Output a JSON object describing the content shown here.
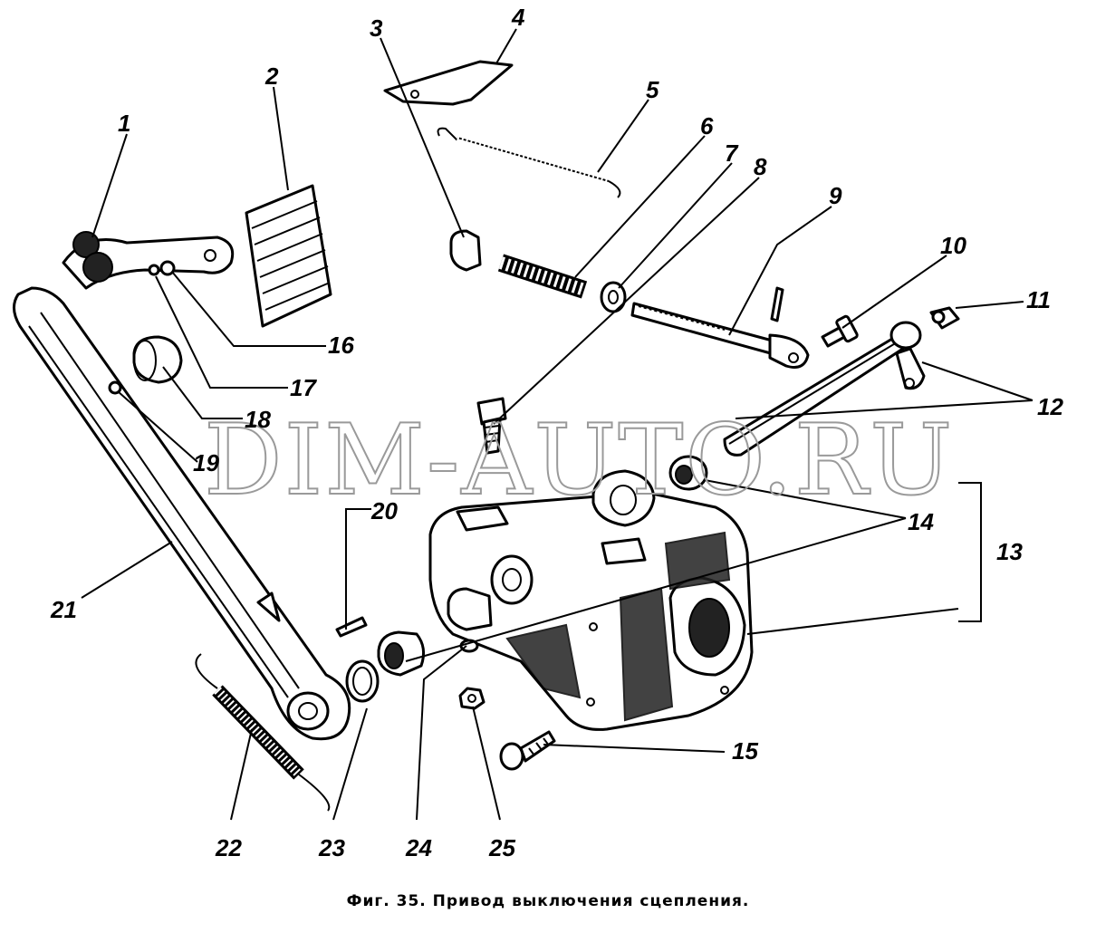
{
  "figure": {
    "caption": "Фиг. 35. Привод выключения сцепления.",
    "watermark": "DIM-AUTO.RU"
  },
  "callouts": [
    "1",
    "2",
    "3",
    "4",
    "5",
    "6",
    "7",
    "8",
    "9",
    "10",
    "11",
    "12",
    "13",
    "14",
    "15",
    "16",
    "17",
    "18",
    "19",
    "20",
    "21",
    "22",
    "23",
    "24",
    "25"
  ],
  "icons": {
    "pedal-lever": "pedal-lever-icon",
    "pedal-pad": "pedal-pad-icon",
    "return-spring": "spring-icon",
    "clutch-housing": "housing-icon",
    "shaft": "shaft-icon",
    "bolt": "bolt-icon"
  },
  "colors": {
    "ink": "#000000",
    "watermark": "#9a9a9a",
    "paper": "#ffffff"
  }
}
